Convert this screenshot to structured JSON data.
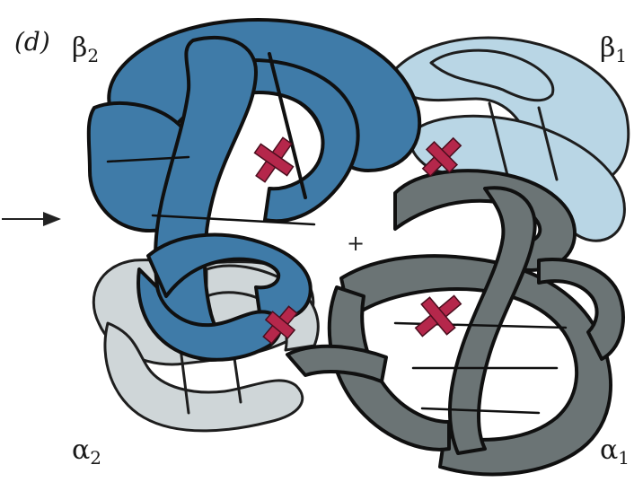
{
  "figure": {
    "panel_label": "(d)",
    "subunits": [
      {
        "id": "b2",
        "symbol": "β",
        "index": "2",
        "color": "#3f7ba8"
      },
      {
        "id": "b1",
        "symbol": "β",
        "index": "1",
        "color": "#b9d6e5"
      },
      {
        "id": "a2",
        "symbol": "α",
        "index": "2",
        "color": "#cfd6d8"
      },
      {
        "id": "a1",
        "symbol": "α",
        "index": "1",
        "color": "#6b7475"
      }
    ],
    "heme_color": "#b5274b",
    "axis_mark": "+"
  }
}
